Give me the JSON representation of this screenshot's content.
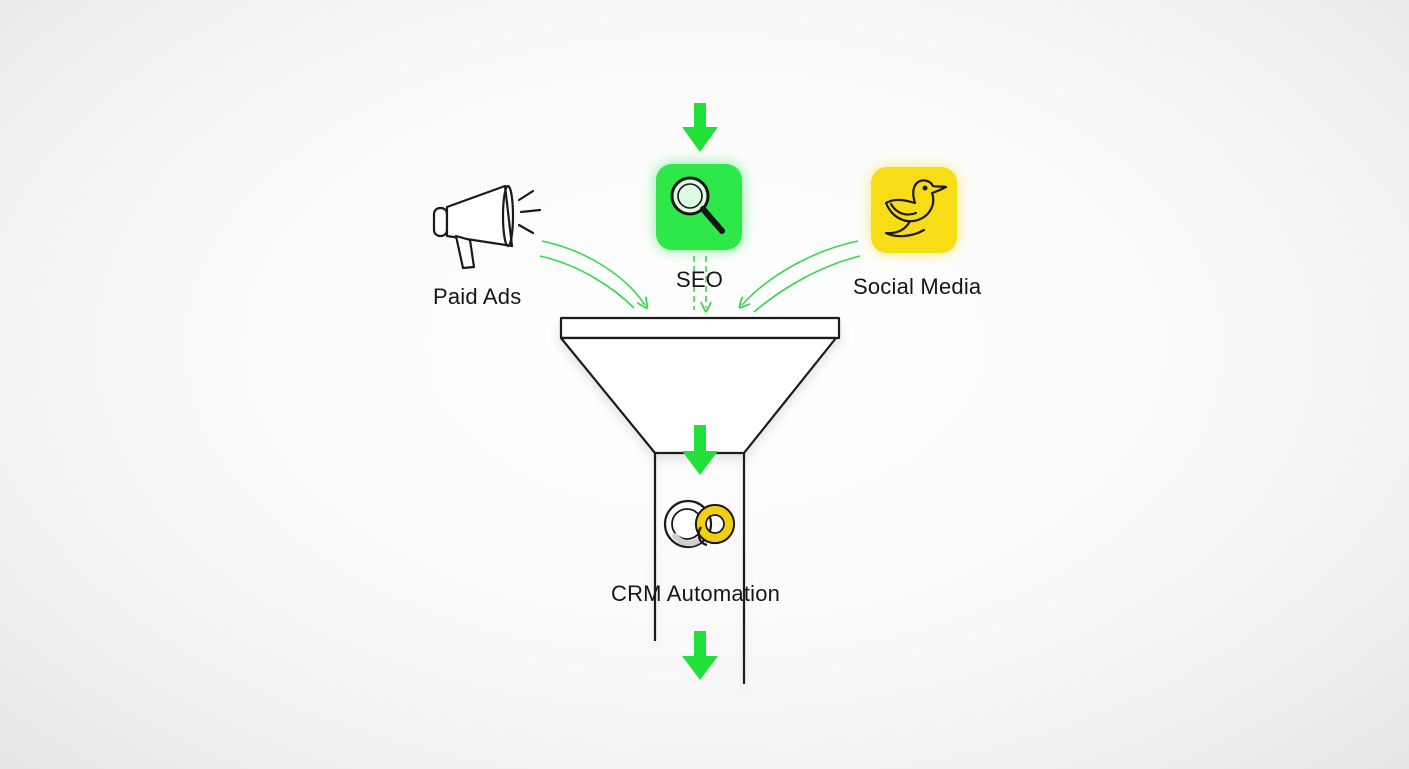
{
  "diagram": {
    "sources": [
      {
        "id": "paid-ads",
        "label": "Paid Ads",
        "icon": "megaphone-icon"
      },
      {
        "id": "seo",
        "label": "SEO",
        "icon": "magnifying-glass-icon"
      },
      {
        "id": "social-media",
        "label": "Social Media",
        "icon": "bird-icon"
      }
    ],
    "funnel_output": {
      "label": "CRM Automation",
      "icon": "linked-rings-icon"
    },
    "colors": {
      "accent_green": "#22e03a",
      "seo_tile": "#2ee84a",
      "social_tile": "#f7dc14",
      "ring_yellow": "#f2cf10",
      "line": "#1a1a1a",
      "background": "#f6f6f6"
    }
  }
}
